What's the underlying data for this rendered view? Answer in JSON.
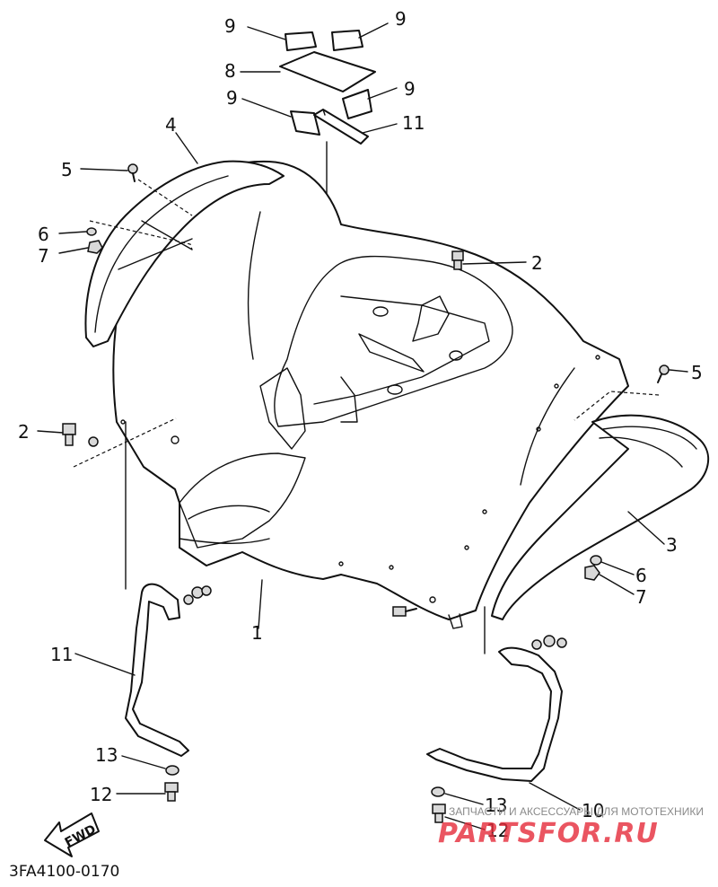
{
  "diagram_code": "3FA4100-0170",
  "fwd_label": "FWD",
  "watermark": {
    "tagline": "ЗАПЧАСТИ И АКСЕССУАРЫ ДЛЯ МОТОТЕХНИКИ",
    "brand": "PARTSFOR.RU"
  },
  "callouts": {
    "c1": "1",
    "c2a": "2",
    "c2b": "2",
    "c3": "3",
    "c4": "4",
    "c5a": "5",
    "c5b": "5",
    "c6a": "6",
    "c6b": "6",
    "c7a": "7",
    "c7b": "7",
    "c8": "8",
    "c9a": "9",
    "c9b": "9",
    "c9c": "9",
    "c9d": "9",
    "c10": "10",
    "c11a": "11",
    "c11b": "11",
    "c12a": "12",
    "c12b": "12",
    "c13a": "13",
    "c13b": "13"
  }
}
